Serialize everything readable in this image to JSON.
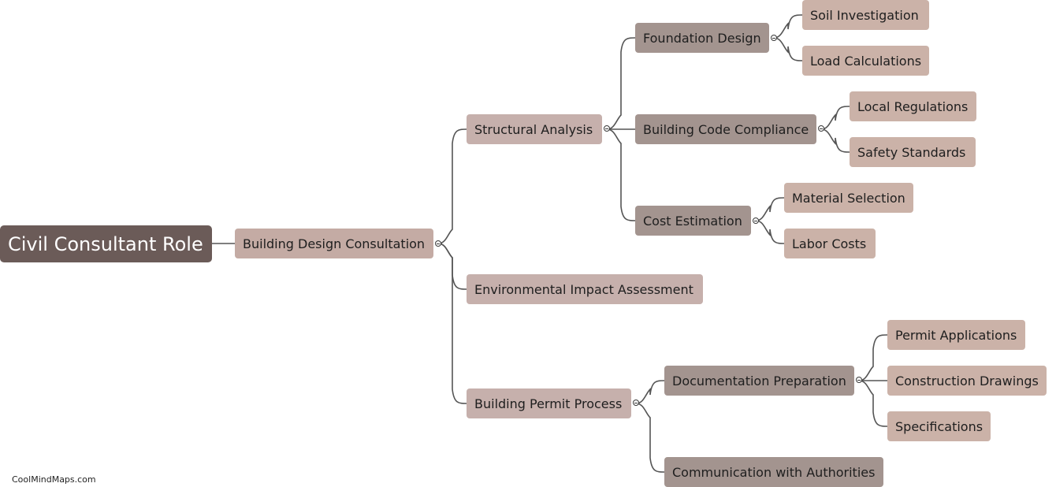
{
  "mindmap": {
    "root": {
      "label": "Civil Consultant Role",
      "children": [
        {
          "label": "Building Design Consultation",
          "children": [
            {
              "label": "Structural Analysis",
              "children": [
                {
                  "label": "Foundation Design",
                  "children": [
                    {
                      "label": "Soil Investigation"
                    },
                    {
                      "label": "Load Calculations"
                    }
                  ]
                },
                {
                  "label": "Building Code Compliance",
                  "children": [
                    {
                      "label": "Local Regulations"
                    },
                    {
                      "label": "Safety Standards"
                    }
                  ]
                },
                {
                  "label": "Cost Estimation",
                  "children": [
                    {
                      "label": "Material Selection"
                    },
                    {
                      "label": "Labor Costs"
                    }
                  ]
                }
              ]
            },
            {
              "label": "Environmental Impact Assessment"
            },
            {
              "label": "Building Permit Process",
              "children": [
                {
                  "label": "Documentation Preparation",
                  "children": [
                    {
                      "label": "Permit Applications"
                    },
                    {
                      "label": "Construction Drawings"
                    },
                    {
                      "label": "Specifications"
                    }
                  ]
                },
                {
                  "label": "Communication with Authorities"
                }
              ]
            }
          ]
        }
      ]
    }
  },
  "branding": {
    "text": "CoolMindMaps.com"
  },
  "colors": {
    "root_bg": "#6b5b58",
    "level1_bg": "#c4aba4",
    "level2_bg": "#c6b0ac",
    "level3_bg": "#a3948f",
    "level4_bg": "#cbb2a8",
    "connector": "#555555"
  }
}
